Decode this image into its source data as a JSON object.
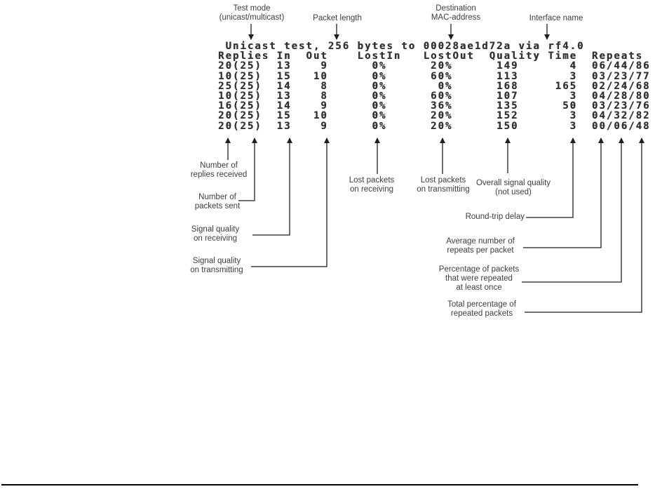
{
  "terminal": {
    "title": "Unicast test, 256 bytes to 00028ae1d72a via rf4.0",
    "columns": [
      "Replies",
      "In",
      "Out",
      "LostIn",
      "LostOut",
      "Quality",
      "Time",
      "Repeats"
    ],
    "rows": [
      [
        "20(25)",
        "13",
        "9",
        "0%",
        "20%",
        "149",
        "4",
        "06/44/86"
      ],
      [
        "10(25)",
        "15",
        "10",
        "0%",
        "60%",
        "113",
        "3",
        "03/23/77"
      ],
      [
        "25(25)",
        "14",
        "8",
        "0%",
        "0%",
        "168",
        "165",
        "02/24/68"
      ],
      [
        "10(25)",
        "13",
        "8",
        "0%",
        "60%",
        "107",
        "3",
        "04/28/80"
      ],
      [
        "16(25)",
        "14",
        "9",
        "0%",
        "36%",
        "135",
        "50",
        "03/23/76"
      ],
      [
        "20(25)",
        "15",
        "10",
        "0%",
        "20%",
        "152",
        "3",
        "04/32/82"
      ],
      [
        "20(25)",
        "13",
        "9",
        "0%",
        "20%",
        "150",
        "3",
        "00/06/48"
      ]
    ]
  },
  "labels": {
    "test_mode": "Test mode\n(unicast/multicast)",
    "packet_length": "Packet length",
    "destination": "Destination\nMAC-address",
    "interface": "Interface name",
    "replies": "Number of\nreplies received",
    "packets_sent": "Number of\npackets sent",
    "signal_rx": "Signal quality\non receiving",
    "signal_tx": "Signal quality\non transmitting",
    "lost_rx": "Lost packets\non receiving",
    "lost_tx": "Lost packets\non transmitting",
    "overall_quality": "Overall signal quality\n(not used)",
    "round_trip": "Round-trip delay",
    "avg_repeats": "Average number of\nrepeats per packet",
    "pct_repeated": "Percentage of packets\nthat were repeated\nat least once",
    "total_pct": "Total percentage of\nrepeated packets"
  },
  "colors": {
    "text": "#333333",
    "label": "#3d3d3d",
    "arrow": "#1f1f1f",
    "rule": "#000000"
  }
}
